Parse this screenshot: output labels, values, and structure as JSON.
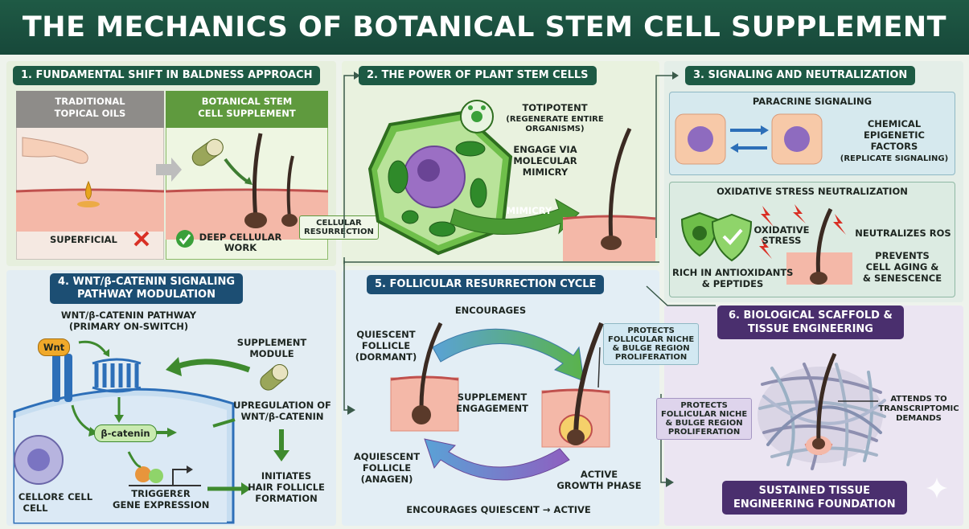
{
  "title": "THE MECHANICS OF BOTANICAL STEM CELL SUPPLEMENT",
  "s1": {
    "header": "1. FUNDAMENTAL SHIFT IN BALDNESS APPROACH",
    "traditional_line1": "TRADITIONAL",
    "traditional_line2": "TOPICAL OILS",
    "botanical_line1": "BOTANICAL STEM",
    "botanical_line2": "CELL SUPPLEMENT",
    "superficial": "SUPERFICIAL",
    "deep_line1": "DEEP CELLULAR",
    "deep_line2": "WORK",
    "cellular_line1": "CELLULAR",
    "cellular_line2": "RESURRECTION"
  },
  "s2": {
    "header": "2. THE POWER OF PLANT STEM CELLS",
    "totipotent": "TOTIPOTENT",
    "regenerate_line1": "(REGENERATE ENTIRE",
    "regenerate_line2": "ORGANISMS)",
    "engage_line1": "ENGAGE VIA",
    "engage_line2": "MOLECULAR",
    "engage_line3": "MIMICRY",
    "mimicry": "MIMICRY"
  },
  "s3": {
    "header": "3. SIGNALING AND NEUTRALIZATION",
    "paracrine": "PARACRINE SIGNALING",
    "chemical_line1": "CHEMICAL",
    "chemical_line2": "EPIGENETIC",
    "chemical_line3": "FACTORS",
    "chemical_line4": "(REPLICATE SIGNALING)",
    "oxidative_header": "OXIDATIVE STRESS NEUTRALIZATION",
    "oxidative_line1": "OXIDATIVE",
    "oxidative_line2": "STRESS",
    "neutralizes": "NEUTRALIZES ROS",
    "prevents_line1": "PREVENTS",
    "prevents_line2": "CELL AGING &",
    "prevents_line3": "& SENESCENCE",
    "rich_line1": "RICH IN ANTIOXIDANTS",
    "rich_line2": "& PEPTIDES"
  },
  "s4": {
    "header_line1": "4. WNT/β-CATENIN SIGNALING",
    "header_line2": "PATHWAY MODULATION",
    "pathway_line1": "WNT/β-CATENIN PATHWAY",
    "pathway_line2": "(PRIMARY ON-SWITCH)",
    "wnt": "Wnt",
    "beta_catenin": "β-catenin",
    "supplement_line1": "SUPPLEMENT",
    "supplement_line2": "MODULE",
    "upregulation_line1": "UPREGULATION OF",
    "upregulation_line2": "WNT/β-CATENIN",
    "initiates_line1": "INITIATES",
    "initiates_line2": "HAIR FOLLICLE",
    "initiates_line3": "FORMATION",
    "trigger_line1": "TRIGGERƐR",
    "trigger_line2": "GENE EXPRESSION",
    "cell_line1": "CELLORƐ CELL",
    "cell_line2": "CELL"
  },
  "s5": {
    "header": "5. FOLLICULAR RESURRECTION CYCLE",
    "encourages": "ENCOURAGES",
    "quiescent_line1": "QUIESCENT",
    "quiescent_line2": "FOLLICLE",
    "quiescent_line3": "(DORMANT)",
    "protects_line1": "PROTECTS",
    "protects_line2": "FOLLICULAR NICHE",
    "protects_line3": "& BULGE REGION",
    "protects_line4": "PROLIFERATION",
    "engagement_line1": "SUPPLEMENT",
    "engagement_line2": "ENGAGEMENT",
    "aquiescent_line1": "AQUIESCENT",
    "aquiescent_line2": "FOLLICLE",
    "aquiescent_line3": "(ANAGEN)",
    "active_line1": "ACTIVE",
    "active_line2": "GROWTH PHASE",
    "bottom": "ENCOURAGES QUIESCENT → ACTIVE"
  },
  "s6": {
    "header_line1": "6. BIOLOGICAL SCAFFOLD &",
    "header_line2": "TISSUE ENGINEERING",
    "protects_line1": "PROTECTS",
    "protects_line2": "FOLLICULAR NICHE",
    "protects_line3": "& BULGE REGION",
    "protects_line4": "PROLIFERATION",
    "attends_line1": "ATTENDS TO",
    "attends_line2": "TRANSCRIPTOMIC",
    "attends_line3": "DEMANDS",
    "sustained_line1": "SUSTAINED TISSUE",
    "sustained_line2": "ENGINEERING FOUNDATION"
  },
  "colors": {
    "title_bg": "#1d5a44",
    "green_header": "#1d5a44",
    "blue_header": "#1c4e73",
    "purple_header": "#4a2f6e",
    "skin": "#f4b8a8",
    "hair": "#3a2a22"
  }
}
